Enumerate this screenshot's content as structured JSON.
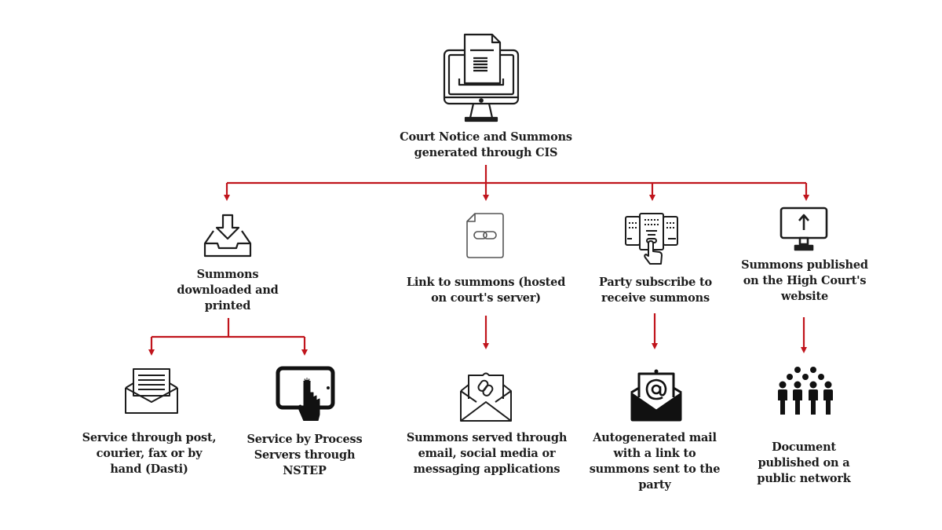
{
  "diagram": {
    "accent_color": "#c0141c",
    "ink_color": "#1c1c1c",
    "root": {
      "icon": "computer-document-icon",
      "label": "Court Notice and Summons\ngenerated through CIS"
    },
    "branches": [
      {
        "icon": "inbox-download-icon",
        "label": "Summons\ndownloaded and\nprinted",
        "children": [
          {
            "icon": "envelope-letter-icon",
            "label": "Service through post,\ncourier, fax or by\nhand (Dasti)"
          },
          {
            "icon": "tablet-touch-icon",
            "label": "Service by Process\nServers through\nNSTEP"
          }
        ]
      },
      {
        "icon": "document-link-icon",
        "label": "Link to summons (hosted\non court's server)",
        "children": [
          {
            "icon": "envelope-link-icon",
            "label": "Summons served through\nemail, social media or\nmessaging applications"
          }
        ]
      },
      {
        "icon": "subscribe-touch-icon",
        "label": "Party subscribe to\nreceive summons",
        "children": [
          {
            "icon": "envelope-at-icon",
            "label": "Autogenerated mail\nwith a link to\nsummons sent to the\nparty"
          }
        ]
      },
      {
        "icon": "monitor-upload-icon",
        "label": "Summons published\non the High Court's\nwebsite",
        "children": [
          {
            "icon": "people-network-icon",
            "label": "Document\npublished on a\npublic network"
          }
        ]
      }
    ]
  }
}
